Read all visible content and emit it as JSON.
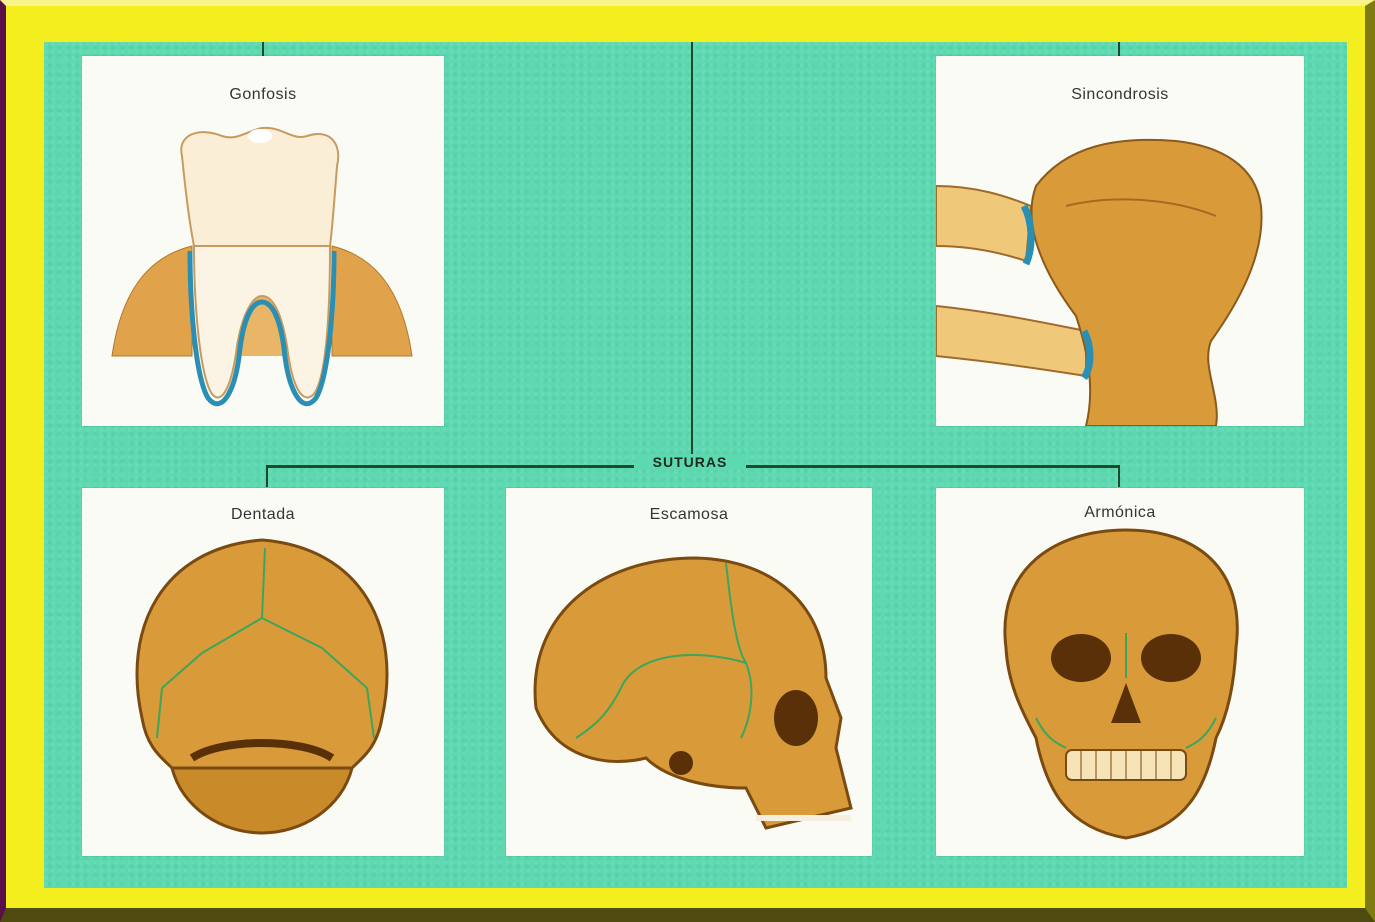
{
  "cards": {
    "gonfosis": "Gonfosis",
    "sincondrosis": "Sincondrosis",
    "dentada": "Dentada",
    "escamosa": "Escamosa",
    "armonica": "Armónica"
  },
  "suturas_label": "SUTURAS",
  "colors": {
    "frame": "#f4ee1e",
    "panel": "#5cd9b0",
    "bone": "#d9982a",
    "suture_line": "#3ca65a",
    "ligament": "#2a8fb3"
  }
}
